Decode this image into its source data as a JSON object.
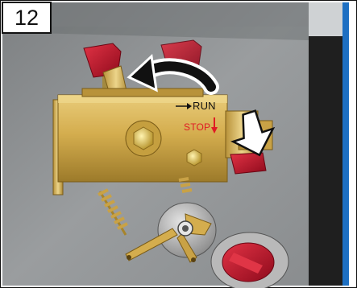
{
  "step": {
    "number": "12"
  },
  "labels": {
    "run": "RUN",
    "stop": "STOP"
  },
  "colors": {
    "background_gray": "#8f9294",
    "brass": "#d4ad4e",
    "red_knob": "#c8102e",
    "blue_stripe": "#1d6fc2",
    "dark_panel": "#1f1f1f",
    "stop_text": "#e01b24"
  },
  "icons": {
    "rotate_arrow": "curved-arrow-left-icon",
    "press_arrow": "down-arrow-icon",
    "run_arrow": "right-arrow-icon",
    "stop_arrow": "down-arrow-red-icon"
  }
}
